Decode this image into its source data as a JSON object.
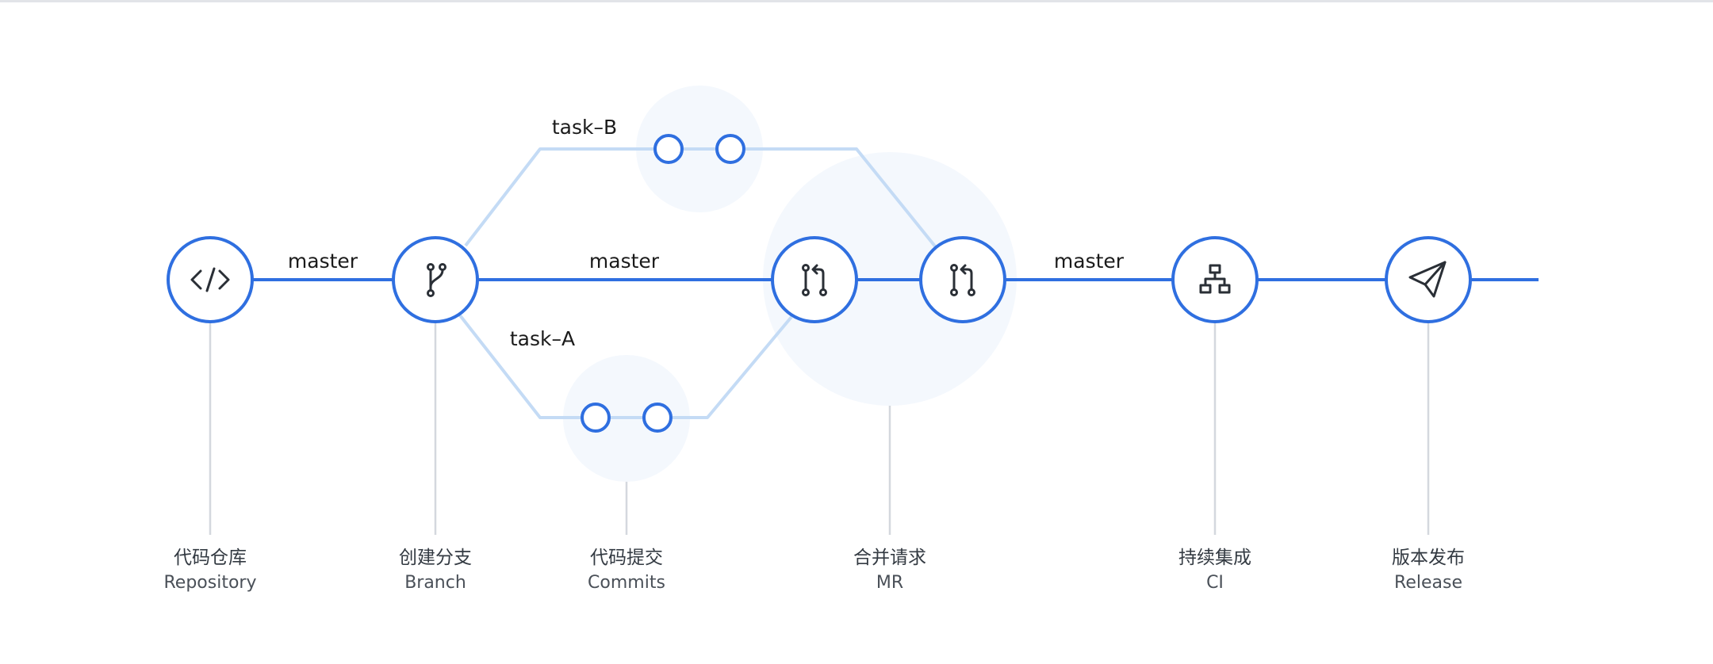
{
  "branches": {
    "master_1": "master",
    "master_2": "master",
    "master_3": "master",
    "task_b": "task–B",
    "task_a": "task–A"
  },
  "steps": [
    {
      "zh": "代码仓库",
      "en": "Repository",
      "icon": "code-icon"
    },
    {
      "zh": "创建分支",
      "en": "Branch",
      "icon": "branch-icon"
    },
    {
      "zh": "代码提交",
      "en": "Commits",
      "icon": "commit-icon"
    },
    {
      "zh": "合并请求",
      "en": "MR",
      "icon": "merge-request-icon"
    },
    {
      "zh": "持续集成",
      "en": "CI",
      "icon": "sitemap-icon"
    },
    {
      "zh": "版本发布",
      "en": "Release",
      "icon": "paper-plane-icon"
    }
  ],
  "colors": {
    "primary": "#2f6fe0",
    "branch_line": "#c4dbf5",
    "halo": "#f4f8fd",
    "connector": "#d4d8de",
    "icon": "#2a2f36"
  }
}
